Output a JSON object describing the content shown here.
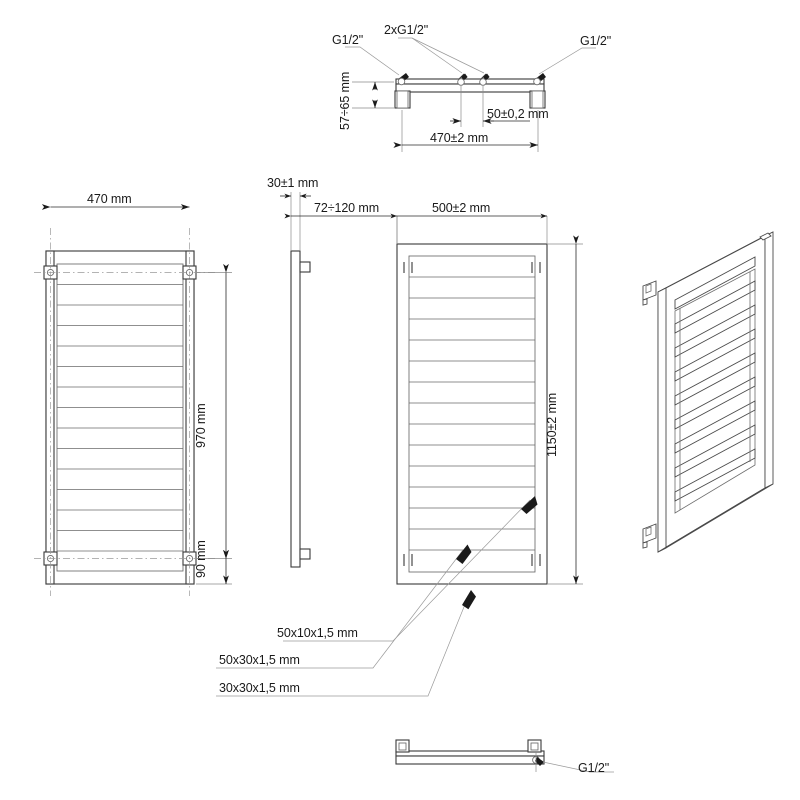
{
  "drawing": {
    "title": "Towel radiator technical drawing",
    "background_color": "#ffffff",
    "line_color": "#3a3a3a",
    "text_color": "#1a1a1a"
  },
  "views": {
    "top": {
      "name": "top-connection-view",
      "labels": {
        "left_port": "G1/2\"",
        "center_ports": "2xG1/2\"",
        "right_port": "G1/2\""
      },
      "dimensions": {
        "height_range": "57÷65 mm",
        "center_spacing": "50±0,2 mm",
        "overall_width": "470±2 mm"
      }
    },
    "front_left": {
      "name": "front-view-left",
      "dimensions": {
        "width": "470 mm",
        "mount_span": "970 mm",
        "bottom_offset": "90 mm"
      },
      "rail_count": 15
    },
    "side": {
      "name": "side-view",
      "dimensions": {
        "depth": "30±1 mm",
        "wall_offset": "72÷120 mm"
      }
    },
    "front_right": {
      "name": "front-view-right",
      "dimensions": {
        "width": "500±2 mm",
        "height": "1150±2 mm"
      },
      "rail_count": 15
    },
    "iso": {
      "name": "isometric-view",
      "rail_count": 10
    },
    "bottom": {
      "name": "bottom-connection-view",
      "labels": {
        "port": "G1/2\""
      }
    }
  },
  "callouts": [
    {
      "label": "50x10x1,5 mm"
    },
    {
      "label": "50x30x1,5 mm"
    },
    {
      "label": "30x30x1,5 mm"
    }
  ]
}
